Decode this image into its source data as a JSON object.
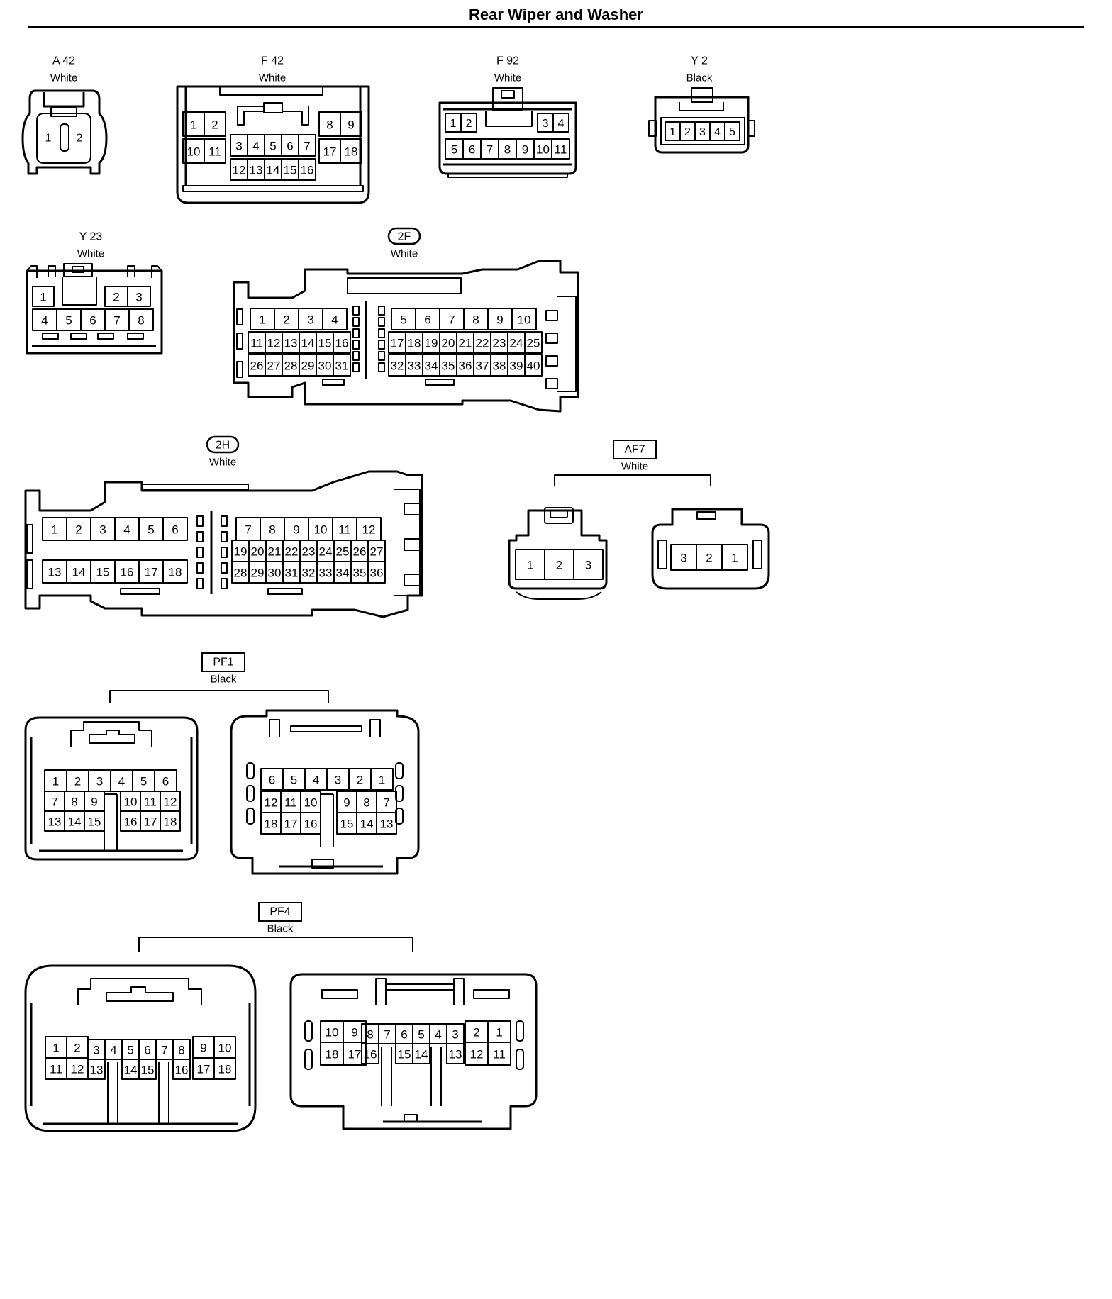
{
  "title": "Rear Wiper and Washer",
  "connectors": [
    {
      "id": "A 42",
      "color": "White",
      "badge": "plain",
      "pins": [
        "1",
        "2"
      ]
    },
    {
      "id": "F 42",
      "color": "White",
      "badge": "plain",
      "pins": [
        "1",
        "2",
        "10",
        "11",
        "3",
        "4",
        "5",
        "6",
        "7",
        "12",
        "13",
        "14",
        "15",
        "16",
        "8",
        "9",
        "17",
        "18"
      ]
    },
    {
      "id": "F 92",
      "color": "White",
      "badge": "plain",
      "pins": [
        "1",
        "2",
        "3",
        "4",
        "5",
        "6",
        "7",
        "8",
        "9",
        "10",
        "11"
      ]
    },
    {
      "id": "Y 2",
      "color": "Black",
      "badge": "plain",
      "pins": [
        "1",
        "2",
        "3",
        "4",
        "5"
      ]
    },
    {
      "id": "Y 23",
      "color": "White",
      "badge": "plain",
      "pins": [
        "1",
        "2",
        "3",
        "4",
        "5",
        "6",
        "7",
        "8"
      ]
    },
    {
      "id": "2F",
      "color": "White",
      "badge": "oval",
      "pins": [
        "1",
        "2",
        "3",
        "4",
        "11",
        "12",
        "13",
        "14",
        "15",
        "16",
        "26",
        "27",
        "28",
        "29",
        "30",
        "31",
        "5",
        "6",
        "7",
        "8",
        "9",
        "10",
        "17",
        "18",
        "19",
        "20",
        "21",
        "22",
        "23",
        "24",
        "25",
        "32",
        "33",
        "34",
        "35",
        "36",
        "37",
        "38",
        "39",
        "40"
      ]
    },
    {
      "id": "2H",
      "color": "White",
      "badge": "oval",
      "pins": [
        "1",
        "2",
        "3",
        "4",
        "5",
        "6",
        "13",
        "14",
        "15",
        "16",
        "17",
        "18",
        "7",
        "8",
        "9",
        "10",
        "11",
        "12",
        "19",
        "20",
        "21",
        "22",
        "23",
        "24",
        "25",
        "26",
        "27",
        "28",
        "29",
        "30",
        "31",
        "32",
        "33",
        "34",
        "35",
        "36"
      ]
    },
    {
      "id": "AF7",
      "color": "White",
      "badge": "box",
      "pins_left": [
        "1",
        "2",
        "3"
      ],
      "pins_right": [
        "3",
        "2",
        "1"
      ]
    },
    {
      "id": "PF1",
      "color": "Black",
      "badge": "box",
      "pins_left": [
        "1",
        "2",
        "3",
        "4",
        "5",
        "6",
        "7",
        "8",
        "9",
        "10",
        "11",
        "12",
        "13",
        "14",
        "15",
        "16",
        "17",
        "18"
      ],
      "pins_right": [
        "6",
        "5",
        "4",
        "3",
        "2",
        "1",
        "12",
        "11",
        "10",
        "9",
        "8",
        "7",
        "18",
        "17",
        "16",
        "15",
        "14",
        "13"
      ]
    },
    {
      "id": "PF4",
      "color": "Black",
      "badge": "box",
      "pins_left": [
        "1",
        "2",
        "3",
        "4",
        "5",
        "6",
        "7",
        "8",
        "9",
        "10",
        "11",
        "12",
        "13",
        "14",
        "15",
        "16",
        "17",
        "18"
      ],
      "pins_right": [
        "10",
        "9",
        "8",
        "7",
        "6",
        "5",
        "4",
        "3",
        "2",
        "1",
        "18",
        "17",
        "16",
        "15",
        "14",
        "13",
        "12",
        "11"
      ]
    }
  ]
}
